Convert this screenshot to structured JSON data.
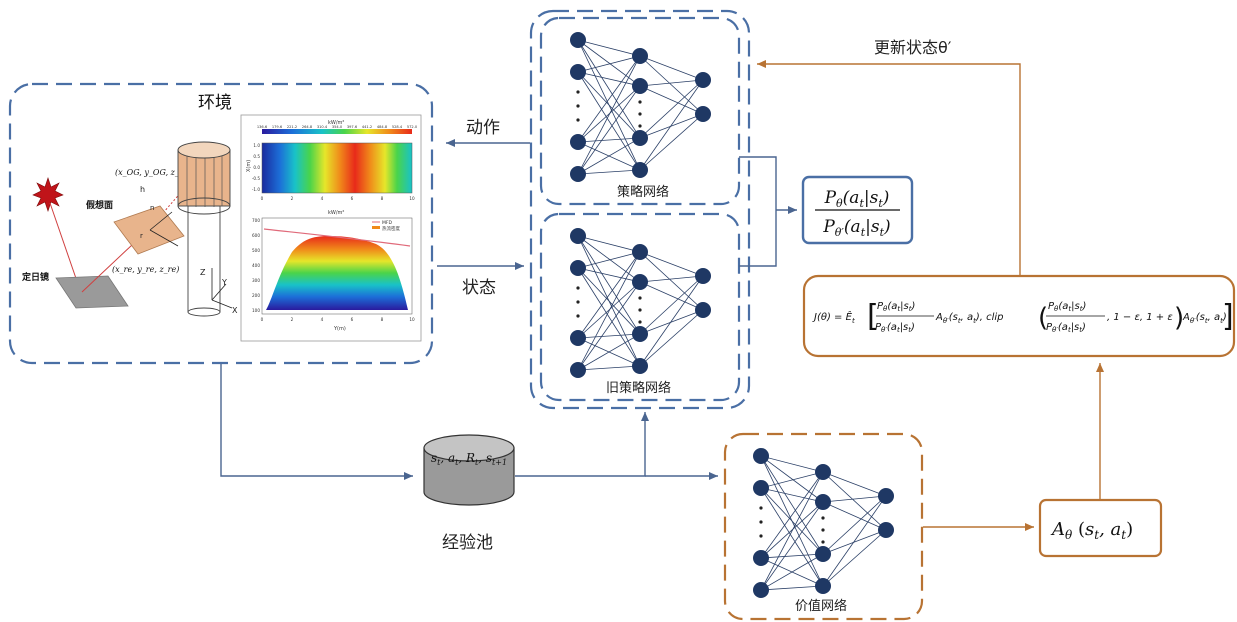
{
  "environment": {
    "title": "环境",
    "fixed_mirror_label": "定日镜",
    "virtual_plane_label": "假想面",
    "og_coord_label": "(x_OG, y_OG, z_OG)",
    "re_coord_label": "(x_re, y_re, z_re)",
    "axis_z": "Z",
    "axis_y": "Y",
    "axis_x": "X",
    "tiny_labels": [
      "n",
      "r",
      "h"
    ],
    "heatmap_top_label": "kW/m²",
    "heatmap_scale_ticks": [
      "136.6",
      "179.6",
      "221.2",
      "264.8",
      "310.4",
      "354.0",
      "397.6",
      "441.2",
      "484.8",
      "528.4",
      "572.0"
    ],
    "heatmap_ylabel": "X(m)",
    "heatmap_yticks": [
      "1.0",
      "0.5",
      "0.0",
      "-0.5",
      "-1.0"
    ],
    "lower_top_label": "kW/m²",
    "lower_legend": [
      "MFD",
      "热流密度"
    ],
    "lower_yticks": [
      "700",
      "600",
      "500",
      "400",
      "300",
      "200",
      "100"
    ],
    "xticks": [
      "0",
      "2",
      "4",
      "6",
      "8",
      "10"
    ],
    "xlabel": "Y(m)"
  },
  "policy_net": {
    "label": "策略网络"
  },
  "old_policy_net": {
    "label": "旧策略网络"
  },
  "value_net": {
    "label": "价值网络"
  },
  "arrows": {
    "action": "动作",
    "state": "状态",
    "update": "更新状态θ′"
  },
  "replay_pool": {
    "label": "经验池",
    "tuple": "s_t, a_t, R_t, s_t+1"
  },
  "ratio_box": {
    "numerator": "Pθ(at|st)",
    "denominator": "Pθ′(at|st)"
  },
  "objective_box": {
    "formula": "J(θ) = Êt [ Pθ(at|st) / Pθ′(at|st) · Aθ′(st,at), clip( Pθ(at|st) / Pθ′(at|st), 1 − ε, 1 + ε ) Aθ′(st,at) ]"
  },
  "advantage_box": {
    "label": "Aθ (st, at)"
  },
  "colors": {
    "blue_dashed": "#4a6fa5",
    "orange": "#b87333",
    "arrow_blue": "#4a6590",
    "node": "#1f3864"
  }
}
